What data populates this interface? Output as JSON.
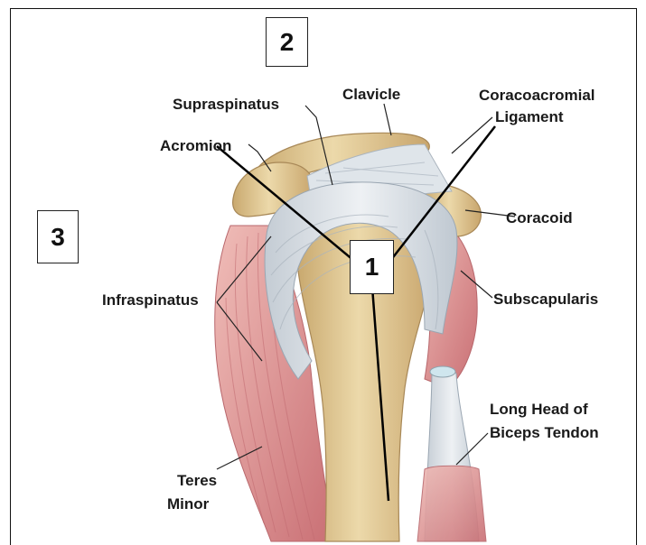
{
  "labels": {
    "supraspinatus": "Supraspinatus",
    "clavicle": "Clavicle",
    "coracoacromial_line1": "Coracoacromial",
    "coracoacromial_line2": "Ligament",
    "acromion": "Acromion",
    "coracoid": "Coracoid",
    "infraspinatus": "Infraspinatus",
    "subscapularis": "Subscapularis",
    "long_head_line1": "Long Head of",
    "long_head_line2": "Biceps Tendon",
    "teres_line1": "Teres",
    "teres_line2": "Minor"
  },
  "markers": {
    "m1": "1",
    "m2": "2",
    "m3": "3"
  },
  "colors": {
    "bone": "#e8d4a2",
    "bone_shade": "#cdb07a",
    "muscle": "#d9868a",
    "muscle_light": "#efb7b4",
    "tendon": "#dde3e8",
    "text": "#1a1a1a"
  }
}
